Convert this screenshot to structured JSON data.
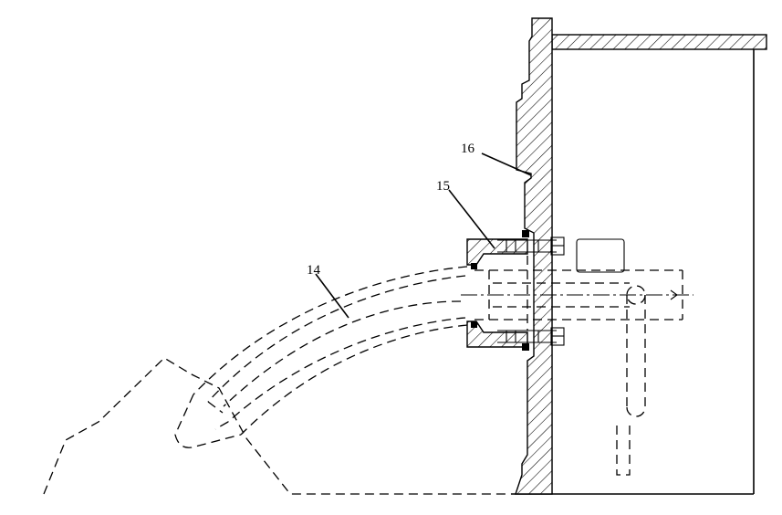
{
  "labels": {
    "part_14": "14",
    "part_15": "15",
    "part_16": "16"
  }
}
